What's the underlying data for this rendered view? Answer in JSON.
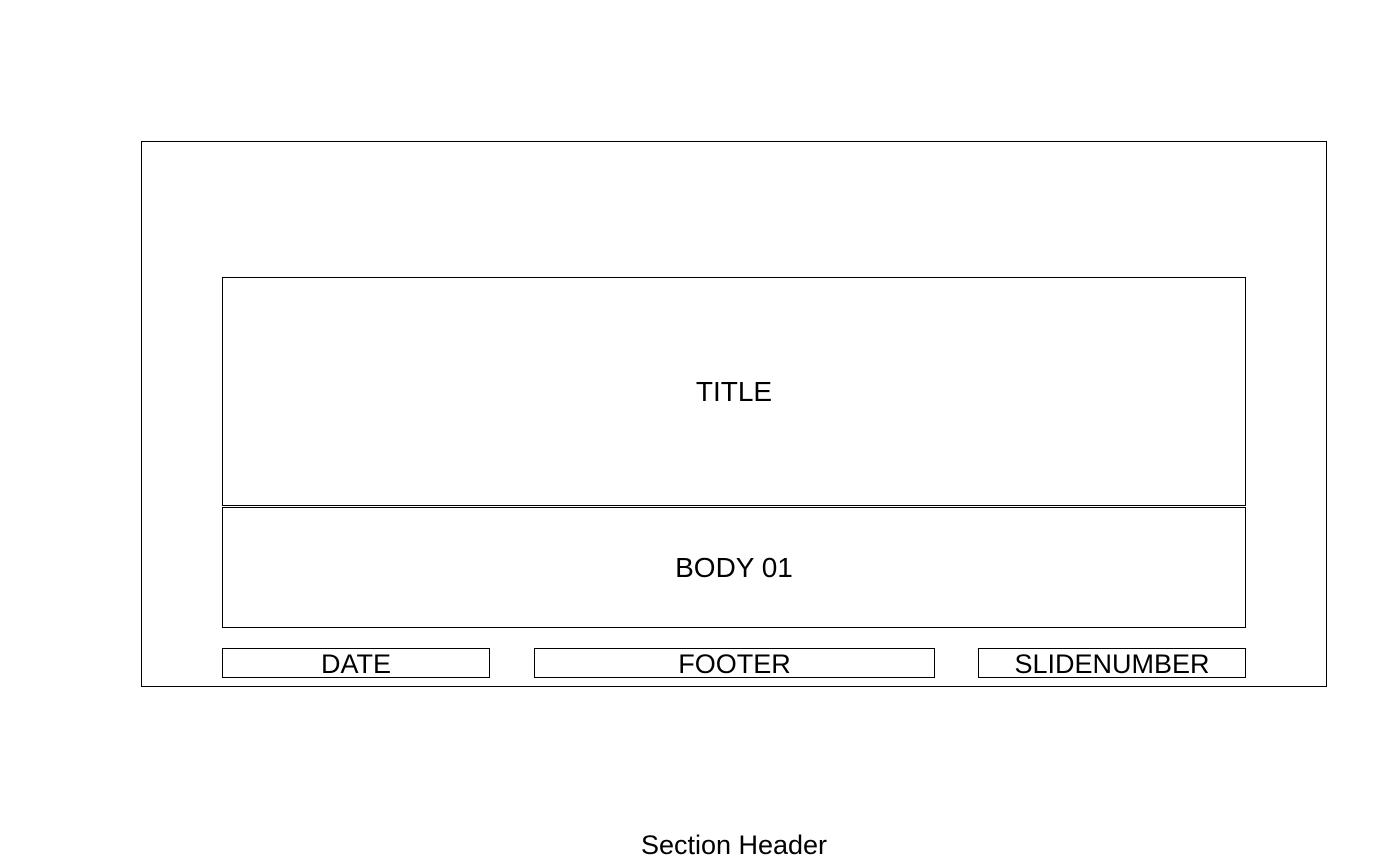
{
  "slide_layout": {
    "title_placeholder": "TITLE",
    "body_placeholder": "BODY 01",
    "date_placeholder": "DATE",
    "footer_placeholder": "FOOTER",
    "slide_number_placeholder": "SLIDENUMBER"
  },
  "layout_name": "Section Header"
}
